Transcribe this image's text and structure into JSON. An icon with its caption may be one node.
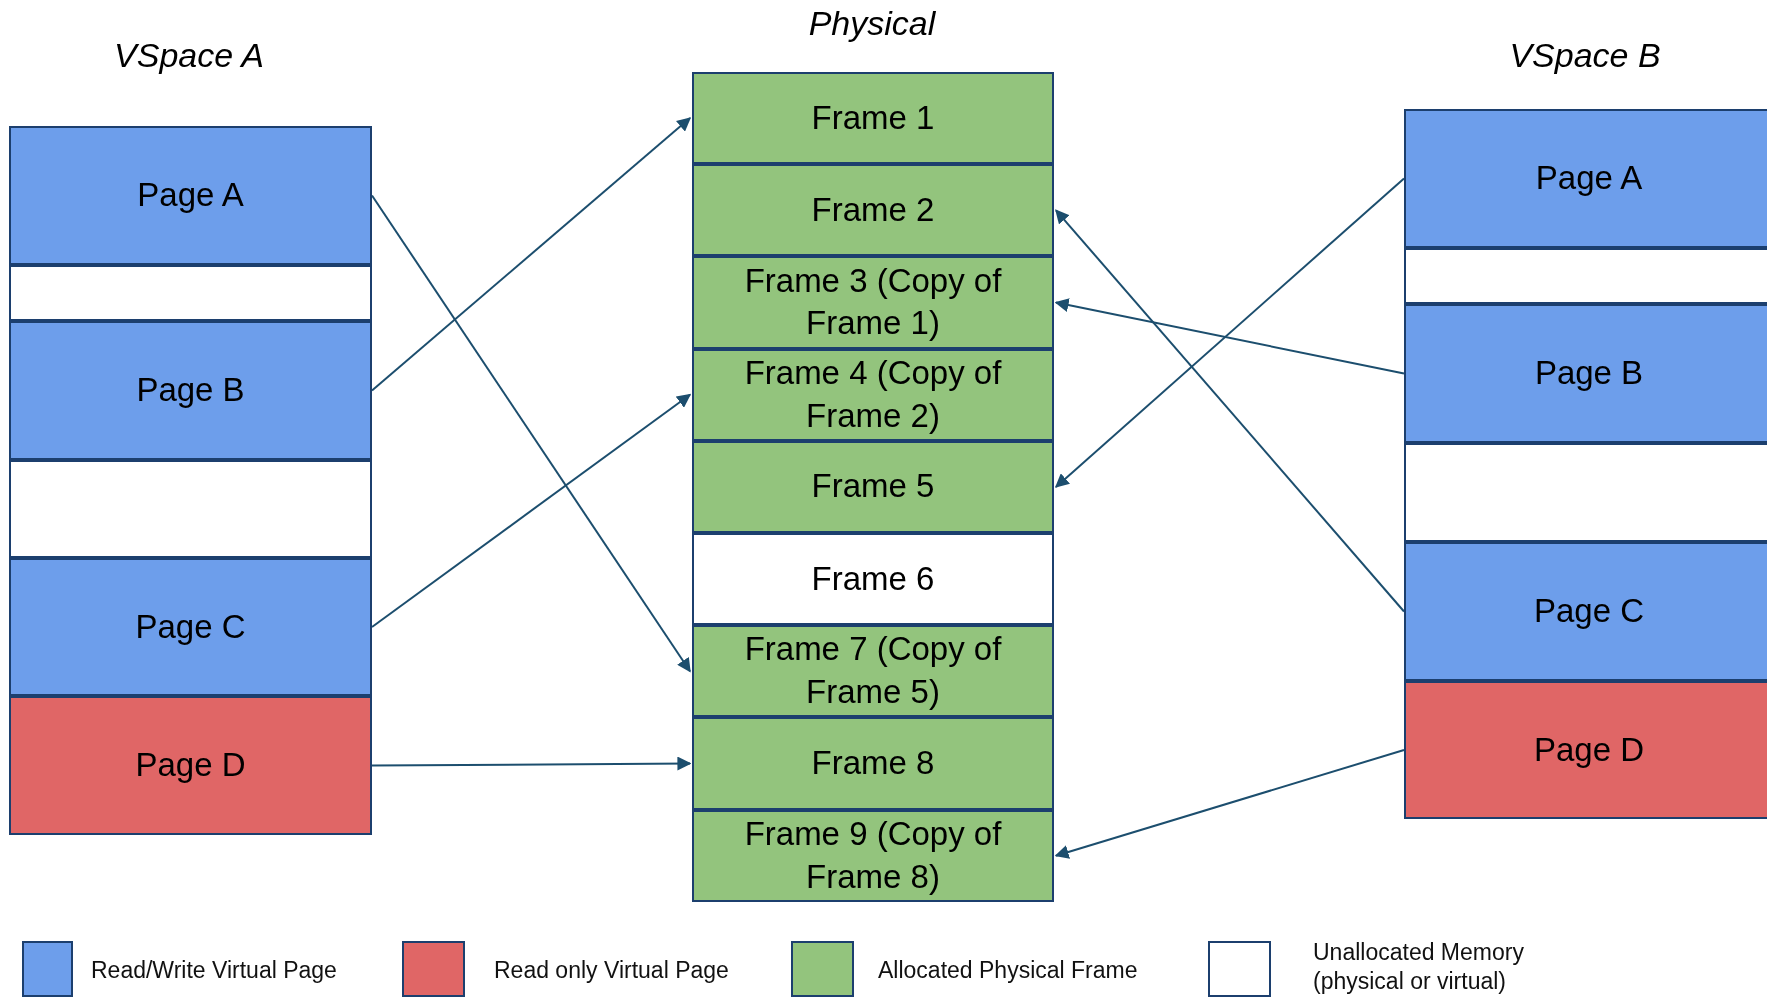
{
  "diagram": {
    "nodes": [
      {
        "text": [
          "Page A"
        ]
      },
      {
        "text": [],
        "shape": "box"
      },
      {
        "text": [
          "Page B"
        ]
      },
      {
        "text": [],
        "shape": "box"
      },
      {
        "text": [
          "Page C"
        ]
      },
      {
        "text": [
          "Page D"
        ]
      },
      {
        "text": [
          "Frame 1"
        ]
      },
      {
        "text": [
          "Frame 2"
        ]
      },
      {
        "text": [
          "Frame 3 (Copy of Frame 1)"
        ]
      },
      {
        "text": [
          "Frame 4 (Copy of Frame 2)"
        ]
      },
      {
        "text": [
          "Frame 5"
        ]
      },
      {
        "text": [
          "Frame 6"
        ]
      },
      {
        "text": [
          "Frame 7 (Copy of Frame 5)"
        ]
      },
      {
        "text": [
          "Frame 8"
        ]
      },
      {
        "text": [
          "Frame 9 (Copy of Frame 8)"
        ]
      },
      {
        "text": [
          "Page A"
        ]
      },
      {
        "text": [],
        "shape": "box"
      },
      {
        "text": [
          "Page B"
        ]
      },
      {
        "text": [],
        "shape": "box"
      },
      {
        "text": [
          "Page C"
        ]
      },
      {
        "text": [
          "Page D"
        ]
      }
    ],
    "edges": [
      {
        "from": 0,
        "to": 12,
        "arrow": "to"
      },
      {
        "from": 2,
        "to": 6,
        "arrow": "to"
      },
      {
        "from": 4,
        "to": 9,
        "arrow": "to"
      },
      {
        "from": 5,
        "to": 13,
        "arrow": "to"
      },
      {
        "from": 15,
        "to": 10,
        "arrow": "to"
      },
      {
        "from": 17,
        "to": 8,
        "arrow": "to"
      },
      {
        "from": 19,
        "to": 7,
        "arrow": "to"
      },
      {
        "from": 20,
        "to": 14,
        "arrow": "to"
      }
    ],
    "labels": [
      "VSpace A",
      "Physical",
      "VSpace B"
    ],
    "legend": [
      {
        "text": "Read/Write Virtual Page",
        "color": "#6d9eeb"
      },
      {
        "text": "Read only Virtual Page",
        "color": "#e06666"
      },
      {
        "text": "Allocated Physical Frame",
        "color": "#93c47d"
      },
      {
        "text": "Unallocated Memory (physical or virtual)",
        "color": "#ffffff"
      }
    ]
  }
}
